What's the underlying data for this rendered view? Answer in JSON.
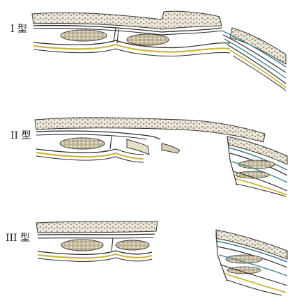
{
  "figure": {
    "panels": [
      {
        "label": "I 型"
      },
      {
        "label": "II 型"
      },
      {
        "label": "III 型"
      }
    ]
  },
  "colors": {
    "skin": "#bfb9ad",
    "fat": "#ece6d7",
    "fascia": "#2e2a2a",
    "muscle": "#6c6862",
    "yellow_layer": "#d7c44a",
    "teal_layer": "#3b7f8a",
    "nodule": "#cfc6ad"
  }
}
